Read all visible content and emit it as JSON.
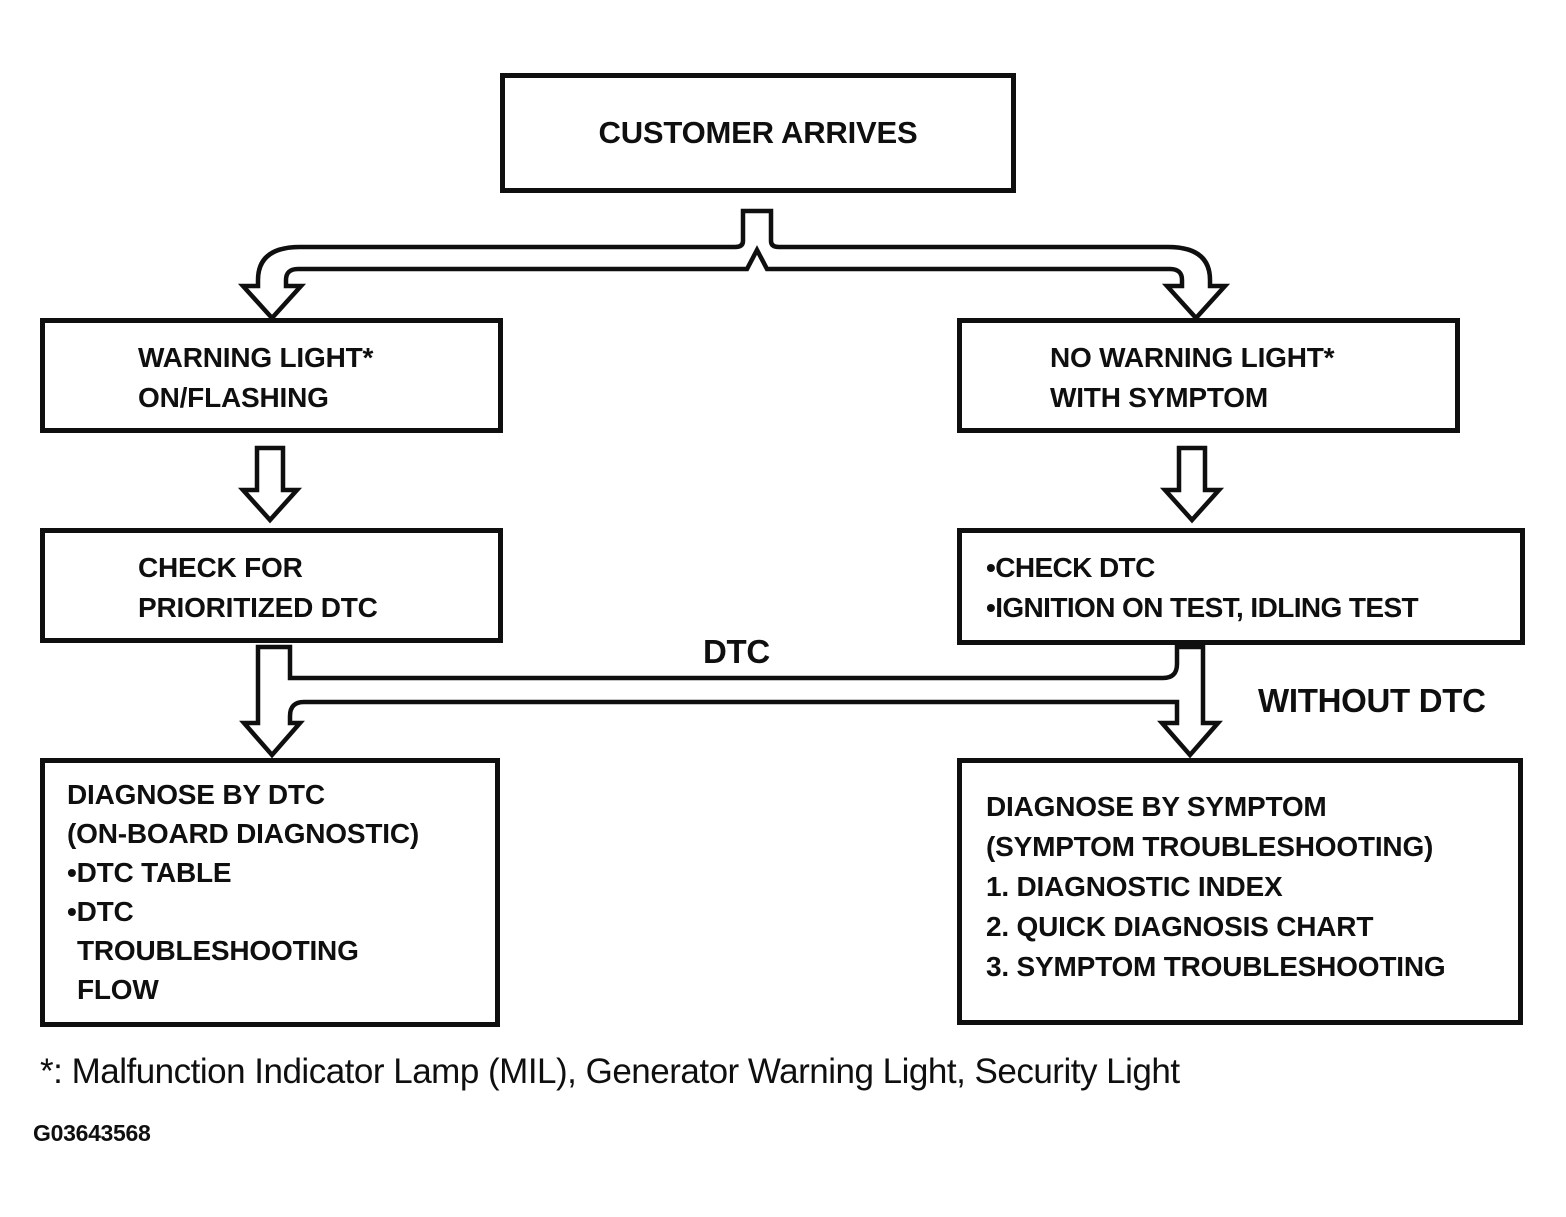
{
  "diagram": {
    "nodes": {
      "customer_arrives": {
        "lines": [
          "CUSTOMER ARRIVES"
        ]
      },
      "warning_light": {
        "lines": [
          "WARNING LIGHT*",
          "ON/FLASHING"
        ]
      },
      "no_warning_light": {
        "lines": [
          "NO WARNING LIGHT*",
          "WITH SYMPTOM"
        ]
      },
      "check_prioritized_dtc": {
        "lines": [
          "CHECK FOR",
          "PRIORITIZED DTC"
        ]
      },
      "check_dtc_tests": {
        "lines": [
          "•CHECK DTC",
          "•IGNITION ON TEST, IDLING TEST"
        ]
      },
      "diagnose_by_dtc": {
        "lines": [
          "DIAGNOSE BY DTC",
          "(ON-BOARD DIAGNOSTIC)",
          "•DTC TABLE",
          "•DTC",
          "TROUBLESHOOTING",
          "FLOW"
        ]
      },
      "diagnose_by_symptom": {
        "lines": [
          "DIAGNOSE BY SYMPTOM",
          "(SYMPTOM TROUBLESHOOTING)",
          "1. DIAGNOSTIC INDEX",
          "2. QUICK DIAGNOSIS CHART",
          "3. SYMPTOM TROUBLESHOOTING"
        ]
      }
    },
    "edge_labels": {
      "dtc": "DTC",
      "without_dtc": "WITHOUT DTC"
    },
    "footnote": "*: Malfunction Indicator Lamp (MIL), Generator Warning Light, Security Light",
    "figure_code": "G03643568",
    "colors": {
      "ink": "#0f0f0f",
      "background": "#ffffff"
    }
  }
}
